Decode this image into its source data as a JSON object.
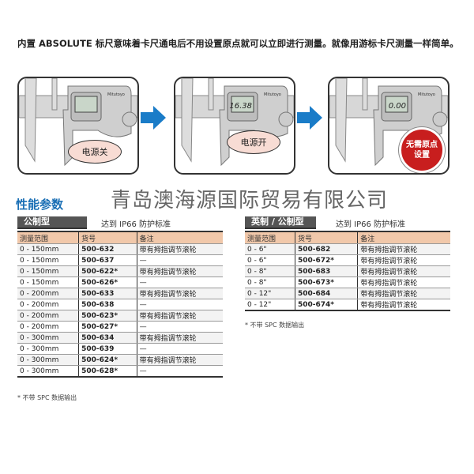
{
  "intro": "内置 ABSOLUTE 标尺意味着卡尺通电后不用设置原点就可以立即进行测量。就像用游标卡尺测量一样简单。",
  "panels": [
    {
      "display": "",
      "label": "电源关"
    },
    {
      "display": "16.38",
      "label": "电源开"
    },
    {
      "display": "0.00",
      "label": "无需原点设置"
    }
  ],
  "brand": "Mitutoyo",
  "colors": {
    "arrow": "#1a7cc8",
    "header": "#f1c8aa",
    "badge": "#c81e1e",
    "heading": "#1a6fb5"
  },
  "watermark": "青岛澳海源国际贸易有限公司",
  "section_title": "性能参数",
  "tables": [
    {
      "tag": "公制型",
      "standard": "达到 IP66 防护标准",
      "headers": [
        "测量范围",
        "货号",
        "备注"
      ],
      "rows": [
        [
          "0 - 150mm",
          "500-632",
          "带有拇指调节滚轮"
        ],
        [
          "0 - 150mm",
          "500-637",
          "—"
        ],
        [
          "0 - 150mm",
          "500-622*",
          "带有拇指调节滚轮"
        ],
        [
          "0 - 150mm",
          "500-626*",
          "—"
        ],
        [
          "0 - 200mm",
          "500-633",
          "带有拇指调节滚轮"
        ],
        [
          "0 - 200mm",
          "500-638",
          "—"
        ],
        [
          "0 - 200mm",
          "500-623*",
          "带有拇指调节滚轮"
        ],
        [
          "0 - 200mm",
          "500-627*",
          "—"
        ],
        [
          "0 - 300mm",
          "500-634",
          "带有拇指调节滚轮"
        ],
        [
          "0 - 300mm",
          "500-639",
          "—"
        ],
        [
          "0 - 300mm",
          "500-624*",
          "带有拇指调节滚轮"
        ],
        [
          "0 - 300mm",
          "500-628*",
          "—"
        ]
      ],
      "footnote": "* 不带 SPC 数据输出"
    },
    {
      "tag": "英制 / 公制型",
      "standard": "达到 IP66 防护标准",
      "headers": [
        "测量范围",
        "货号",
        "备注"
      ],
      "rows": [
        [
          "0 - 6\"",
          "500-682",
          "带有拇指调节滚轮"
        ],
        [
          "0 - 6\"",
          "500-672*",
          "带有拇指调节滚轮"
        ],
        [
          "0 - 8\"",
          "500-683",
          "带有拇指调节滚轮"
        ],
        [
          "0 - 8\"",
          "500-673*",
          "带有拇指调节滚轮"
        ],
        [
          "0 - 12\"",
          "500-684",
          "带有拇指调节滚轮"
        ],
        [
          "0 - 12\"",
          "500-674*",
          "带有拇指调节滚轮"
        ]
      ],
      "footnote": "* 不带 SPC 数据输出"
    }
  ]
}
